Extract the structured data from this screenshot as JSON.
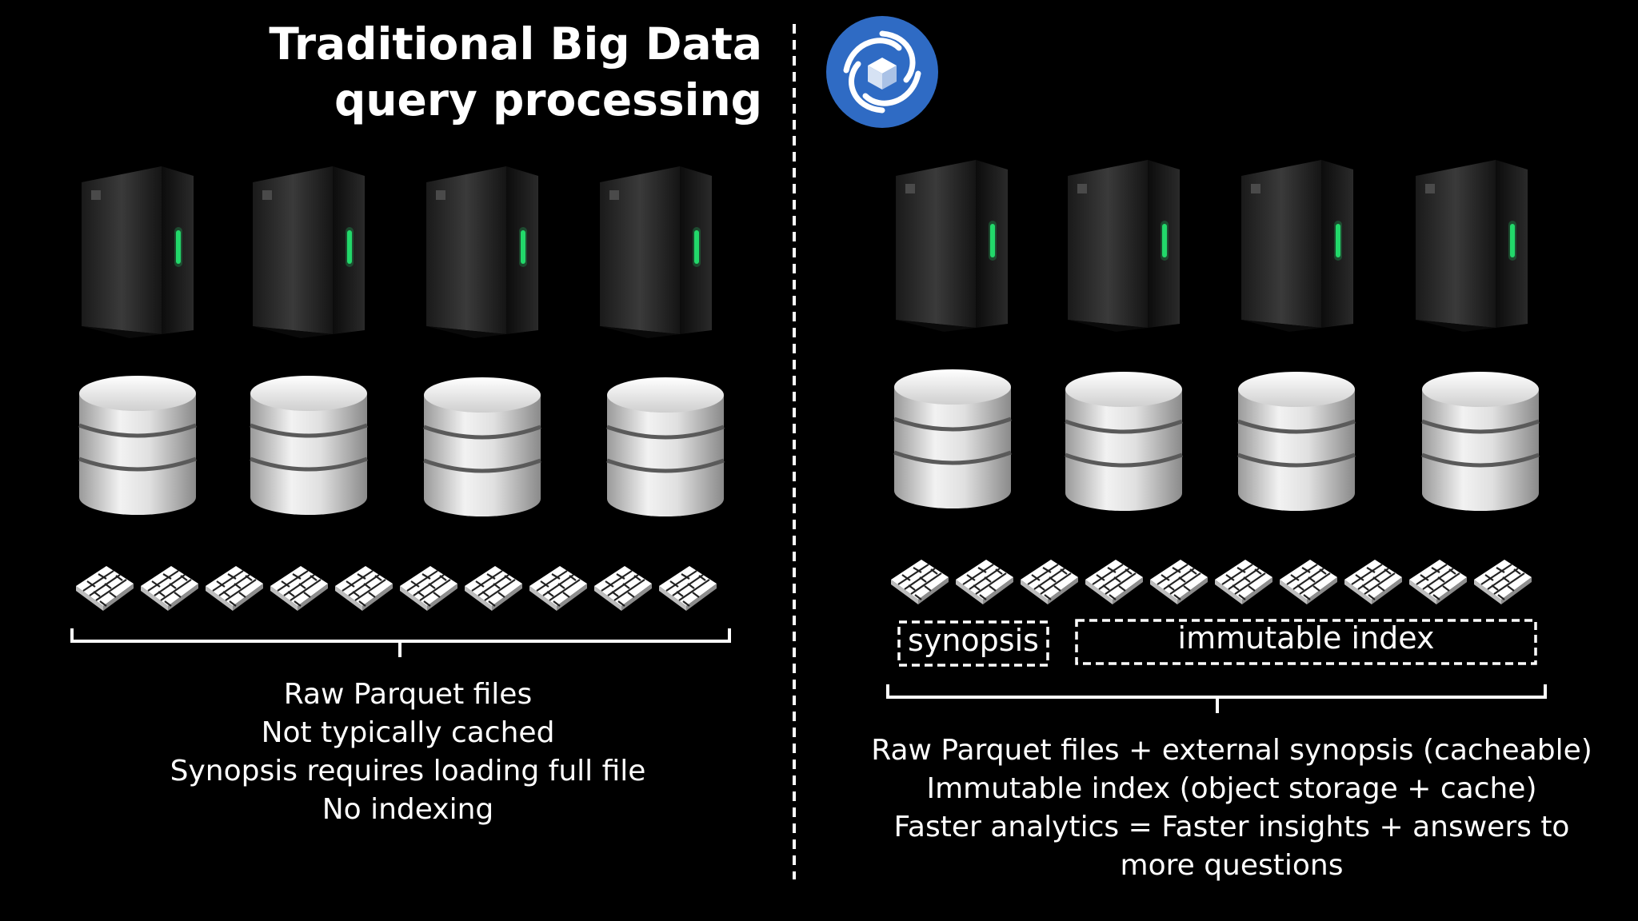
{
  "left_panel": {
    "title_lines": [
      "Traditional Big Data",
      "query processing"
    ],
    "caption_lines": [
      "Raw Parquet files",
      "Not typically cached",
      "Synopsis requires loading full file",
      "No indexing"
    ]
  },
  "right_panel": {
    "logo_icon": "cube-swirl-logo-icon",
    "synopsis_label": "synopsis",
    "index_label": "immutable index",
    "caption_lines": [
      "Raw Parquet files + external synopsis (cacheable)",
      "Immutable index (object storage + cache)",
      "Faster analytics = Faster insights + answers to",
      "more questions"
    ]
  },
  "colors": {
    "background": "#000000",
    "logo_blue": "#2f6bc4",
    "server_led": "#22d86a",
    "text": "#ffffff"
  },
  "icons": [
    "server-icon",
    "database-icon",
    "parquet-file-icon",
    "brace-icon",
    "cube-swirl-logo-icon"
  ]
}
